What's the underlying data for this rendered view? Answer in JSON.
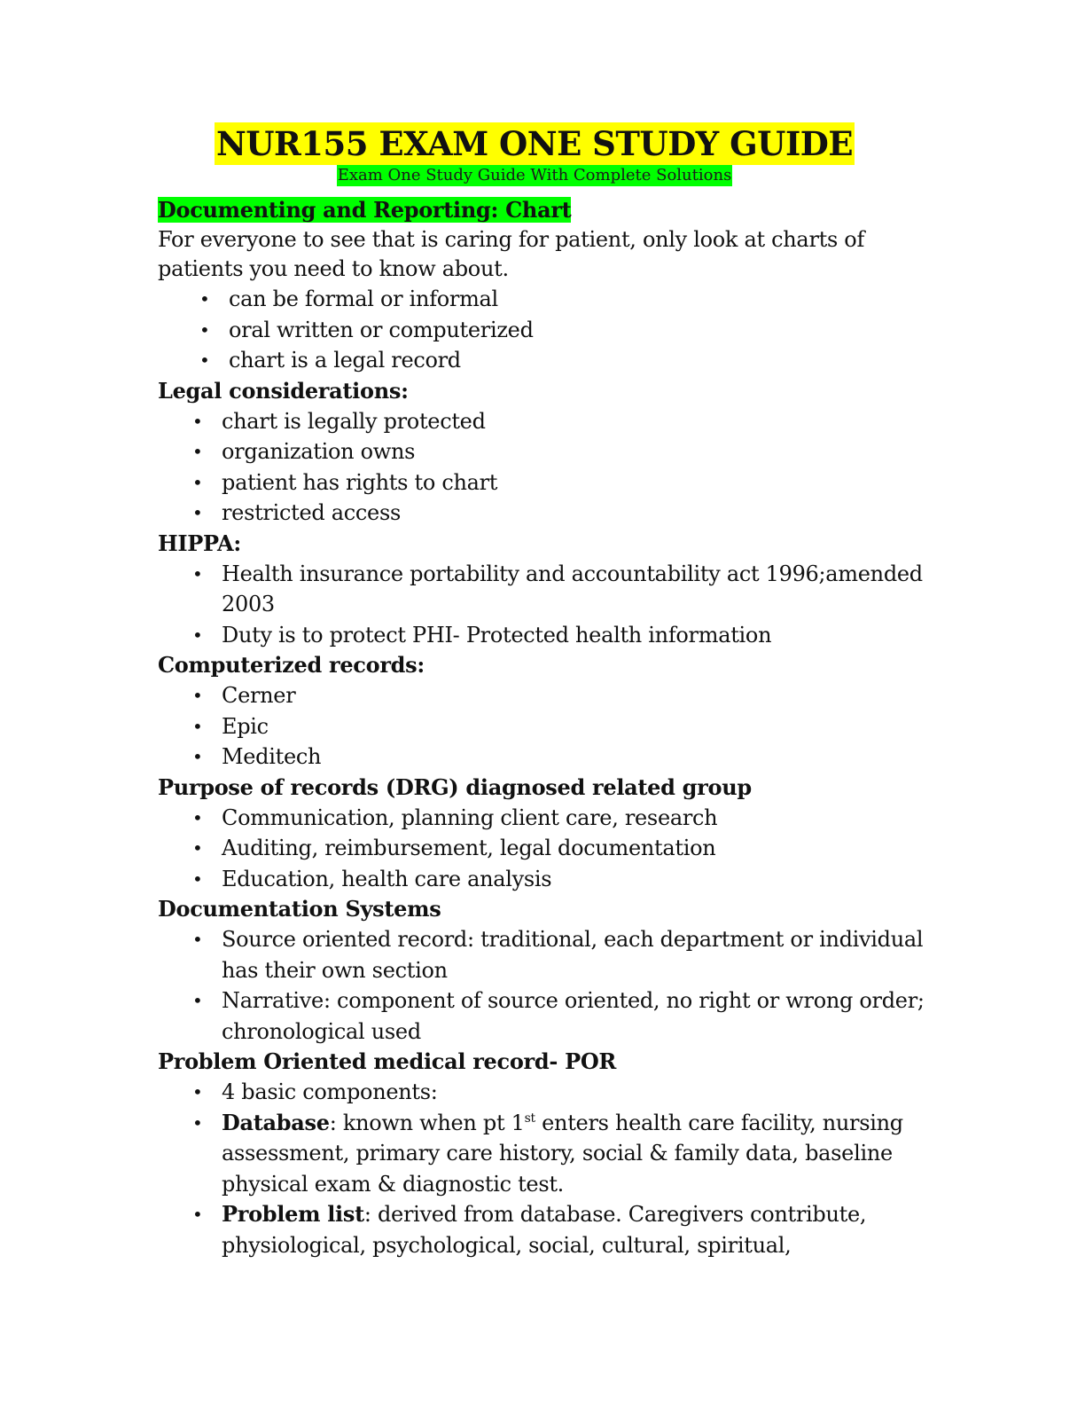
{
  "title": "NUR155 EXAM ONE STUDY GUIDE",
  "subtitle": "Exam One Study Guide With Complete Solutions",
  "bullet_glyph": "•",
  "s1": {
    "heading": "Documenting  and Reporting: Chart",
    "para": "For everyone to see that is caring for patient, only look at charts of patients you need to know about.",
    "items": [
      "can be formal or informal",
      "oral written or computerized",
      "chart is a legal record"
    ]
  },
  "s2": {
    "heading": "Legal considerations:",
    "items": [
      "chart is legally protected",
      "organization owns",
      "patient has rights to chart",
      "restricted access"
    ]
  },
  "s3": {
    "heading": "HIPPA:",
    "items": [
      "Health insurance portability and accountability act 1996;amended 2003",
      "Duty is to protect PHI- Protected health information"
    ]
  },
  "s4": {
    "heading": "Computerized records:",
    "items": [
      "Cerner",
      "Epic",
      "Meditech"
    ]
  },
  "s5": {
    "heading": "Purpose of records (DRG) diagnosed related group",
    "items": [
      "Communication, planning client care, research",
      "Auditing, reimbursement, legal documentation",
      "Education, health care analysis"
    ]
  },
  "s6": {
    "heading": "Documentation Systems",
    "items": [
      "Source oriented record: traditional, each department or individual has their own section",
      "Narrative: component of source oriented, no right or wrong order; chronological used"
    ]
  },
  "s7": {
    "heading": "Problem Oriented medical record- POR",
    "item1": "4 basic components:",
    "database_label": "Database",
    "database_text_a": ": known when pt 1",
    "database_sup": "st",
    "database_text_b": " enters health care facility, nursing assessment, primary care history, social & family data, baseline physical exam & diagnostic test.",
    "problem_label": "Problem list",
    "problem_text": ": derived from database. Caregivers contribute, physiological, psychological, social, cultural, spiritual,"
  }
}
